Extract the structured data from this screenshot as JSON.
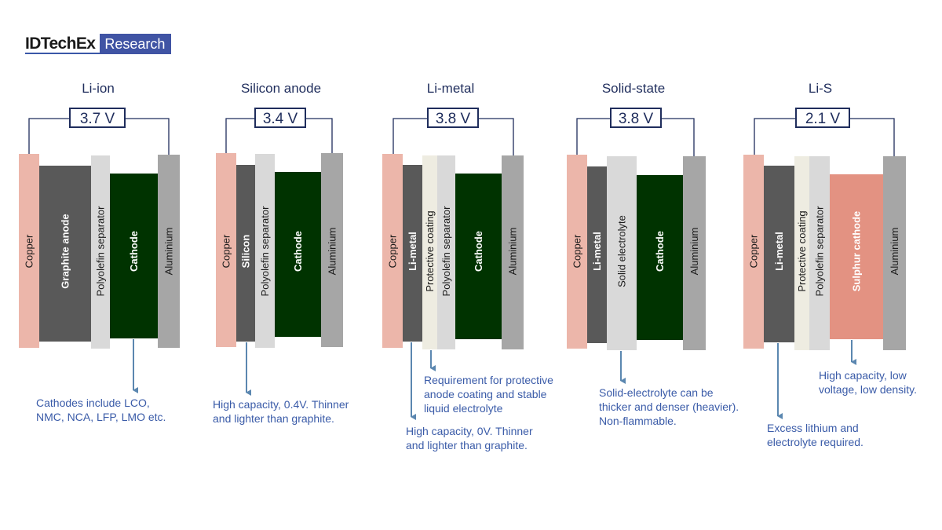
{
  "logo": {
    "brand": "IDTechEx",
    "badge": "Research"
  },
  "colors": {
    "copper": "#ecb6aa",
    "anode": "#595959",
    "separator": "#d9d9d9",
    "protective": "#eeece1",
    "cathode": "#003300",
    "sulphur": "#e39282",
    "aluminium": "#a6a6a6",
    "wire": "#1f2d5c",
    "note": "#3a5ba8",
    "arrow": "#5b87b0"
  },
  "cells": [
    {
      "title": "Li-ion",
      "voltage": "3.7 V",
      "layers": [
        {
          "label": "Copper",
          "type": "copper"
        },
        {
          "label": "Graphite anode",
          "type": "anode"
        },
        {
          "label": "Polyolefin separator",
          "type": "separator"
        },
        {
          "label": "Cathode",
          "type": "cathode"
        },
        {
          "label": "Aluminium",
          "type": "aluminium"
        }
      ],
      "notes": [
        {
          "lines": [
            "Cathodes include LCO,",
            "NMC, NCA, LFP, LMO etc."
          ],
          "target": "Cathode"
        }
      ]
    },
    {
      "title": "Silicon anode",
      "voltage": "3.4 V",
      "layers": [
        {
          "label": "Copper",
          "type": "copper"
        },
        {
          "label": "Silicon",
          "type": "anode"
        },
        {
          "label": "Polyolefin separator",
          "type": "separator"
        },
        {
          "label": "Cathode",
          "type": "cathode"
        },
        {
          "label": "Aluminium",
          "type": "aluminium"
        }
      ],
      "notes": [
        {
          "lines": [
            "High capacity, 0.4V. Thinner",
            "and lighter than graphite."
          ],
          "target": "Silicon"
        }
      ]
    },
    {
      "title": "Li-metal",
      "voltage": "3.8 V",
      "layers": [
        {
          "label": "Copper",
          "type": "copper"
        },
        {
          "label": "Li-metal",
          "type": "anode"
        },
        {
          "label": "Protective coating",
          "type": "protective"
        },
        {
          "label": "Polyolefin separator",
          "type": "separator"
        },
        {
          "label": "Cathode",
          "type": "cathode"
        },
        {
          "label": "Aluminium",
          "type": "aluminium"
        }
      ],
      "notes": [
        {
          "lines": [
            "Requirement for protective",
            "anode coating and stable",
            "liquid electrolyte"
          ],
          "target": "Protective coating"
        },
        {
          "lines": [
            "High capacity, 0V. Thinner",
            "and lighter than graphite."
          ],
          "target": "Li-metal"
        }
      ]
    },
    {
      "title": "Solid-state",
      "voltage": "3.8 V",
      "layers": [
        {
          "label": "Copper",
          "type": "copper"
        },
        {
          "label": "Li-metal",
          "type": "anode"
        },
        {
          "label": "Solid electrolyte",
          "type": "separator"
        },
        {
          "label": "Cathode",
          "type": "cathode"
        },
        {
          "label": "Aluminium",
          "type": "aluminium"
        }
      ],
      "notes": [
        {
          "lines": [
            "Solid-electrolyte can be",
            "thicker and denser (heavier).",
            "Non-flammable."
          ],
          "target": "Solid electrolyte"
        }
      ]
    },
    {
      "title": "Li-S",
      "voltage": "2.1 V",
      "layers": [
        {
          "label": "Copper",
          "type": "copper"
        },
        {
          "label": "Li-metal",
          "type": "anode"
        },
        {
          "label": "Protective coating",
          "type": "protective"
        },
        {
          "label": "Polyolefin separator",
          "type": "separator"
        },
        {
          "label": "Sulphur cathode",
          "type": "sulphur"
        },
        {
          "label": "Aluminium",
          "type": "aluminium"
        }
      ],
      "notes": [
        {
          "lines": [
            "High capacity, low",
            "voltage, low density."
          ],
          "target": "Sulphur cathode"
        },
        {
          "lines": [
            "Excess lithium and",
            "electrolyte required."
          ],
          "target": "Li-metal"
        }
      ]
    }
  ]
}
